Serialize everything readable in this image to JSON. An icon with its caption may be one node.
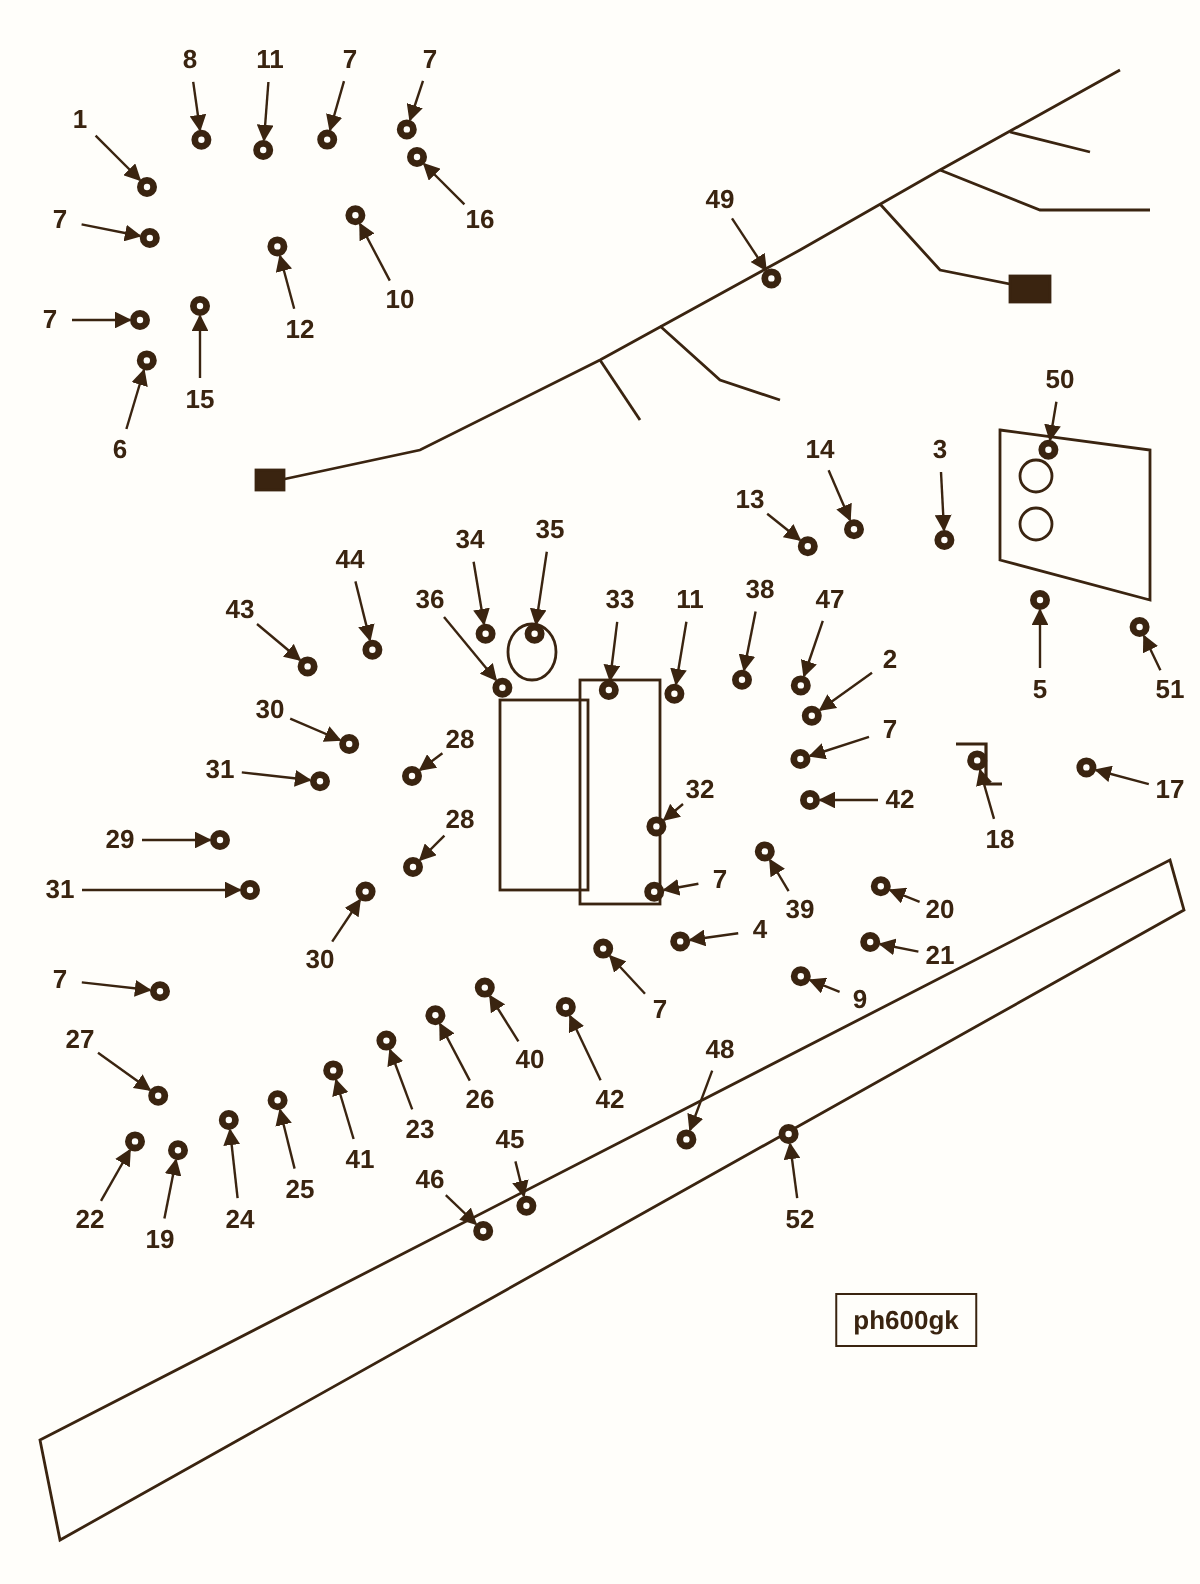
{
  "diagram": {
    "nodes": [
      {
        "text": [
          "1"
        ]
      },
      {
        "text": [
          "8"
        ]
      },
      {
        "text": [
          "11"
        ]
      },
      {
        "text": [
          "7"
        ]
      },
      {
        "text": [
          "7"
        ]
      },
      {
        "text": [
          "16"
        ]
      },
      {
        "text": [
          "7"
        ]
      },
      {
        "text": [
          "10"
        ]
      },
      {
        "text": [
          "12"
        ]
      },
      {
        "text": [
          "7"
        ]
      },
      {
        "text": [
          "15"
        ]
      },
      {
        "text": [
          "6"
        ]
      },
      {
        "text": [
          "49"
        ]
      },
      {
        "text": [
          "50"
        ]
      },
      {
        "text": [
          "14"
        ]
      },
      {
        "text": [
          "3"
        ]
      },
      {
        "text": [
          "13"
        ]
      },
      {
        "text": [
          "34"
        ]
      },
      {
        "text": [
          "35"
        ]
      },
      {
        "text": [
          "44"
        ]
      },
      {
        "text": [
          "51"
        ]
      },
      {
        "text": [
          "33"
        ]
      },
      {
        "text": [
          "43"
        ]
      },
      {
        "text": [
          "11"
        ]
      },
      {
        "text": [
          "38"
        ]
      },
      {
        "text": [
          "47"
        ]
      },
      {
        "text": [
          "2"
        ]
      },
      {
        "text": [
          "5"
        ]
      },
      {
        "text": [
          "36"
        ]
      },
      {
        "text": [
          "28"
        ]
      },
      {
        "text": [
          "30"
        ]
      },
      {
        "text": [
          "31"
        ]
      },
      {
        "text": [
          "29"
        ]
      },
      {
        "text": [
          "7"
        ]
      },
      {
        "text": [
          "42"
        ]
      },
      {
        "text": [
          "17"
        ]
      },
      {
        "text": [
          "28"
        ]
      },
      {
        "text": [
          "39"
        ]
      },
      {
        "text": [
          "32"
        ]
      },
      {
        "text": [
          "18"
        ]
      },
      {
        "text": [
          "30"
        ]
      },
      {
        "text": [
          "20"
        ]
      },
      {
        "text": [
          "31"
        ]
      },
      {
        "text": [
          "21"
        ]
      },
      {
        "text": [
          "7"
        ]
      },
      {
        "text": [
          "7"
        ]
      },
      {
        "text": [
          "4"
        ]
      },
      {
        "text": [
          "27"
        ]
      },
      {
        "text": [
          "9"
        ]
      },
      {
        "text": [
          "7"
        ]
      },
      {
        "text": [
          "40"
        ]
      },
      {
        "text": [
          "26"
        ]
      },
      {
        "text": [
          "42"
        ]
      },
      {
        "text": [
          "23"
        ]
      },
      {
        "text": [
          "41"
        ]
      },
      {
        "text": [
          "25"
        ]
      },
      {
        "text": [
          "24"
        ]
      },
      {
        "text": [
          "19"
        ]
      },
      {
        "text": [
          "22"
        ]
      },
      {
        "text": [
          "48"
        ]
      },
      {
        "text": [
          "45"
        ]
      },
      {
        "text": [
          "46"
        ]
      },
      {
        "text": [
          "52"
        ]
      },
      {
        "text": [
          "ph600gk"
        ]
      },
      {
        "text": [],
        "shape": "picture"
      },
      {
        "text": [],
        "shape": "picture"
      },
      {
        "text": [],
        "shape": "picture"
      },
      {
        "text": [],
        "shape": "picture"
      },
      {
        "text": [],
        "shape": "picture"
      },
      {
        "text": [],
        "shape": "picture"
      },
      {
        "text": [],
        "shape": "picture"
      },
      {
        "text": [],
        "shape": "picture"
      },
      {
        "text": [],
        "shape": "picture"
      },
      {
        "text": [],
        "shape": "picture"
      },
      {
        "text": [],
        "shape": "picture"
      },
      {
        "text": [],
        "shape": "picture"
      },
      {
        "text": [],
        "shape": "picture"
      },
      {
        "text": [],
        "shape": "picture"
      },
      {
        "text": [],
        "shape": "picture"
      },
      {
        "text": [],
        "shape": "picture"
      },
      {
        "text": [],
        "shape": "picture"
      },
      {
        "text": [],
        "shape": "picture"
      },
      {
        "text": [],
        "shape": "picture"
      },
      {
        "text": [],
        "shape": "picture"
      },
      {
        "text": [],
        "shape": "picture"
      },
      {
        "text": [],
        "shape": "picture"
      },
      {
        "text": [],
        "shape": "picture"
      },
      {
        "text": [],
        "shape": "picture"
      },
      {
        "text": [],
        "shape": "picture"
      },
      {
        "text": [],
        "shape": "picture"
      },
      {
        "text": [],
        "shape": "picture"
      },
      {
        "text": [],
        "shape": "picture"
      },
      {
        "text": [],
        "shape": "picture"
      },
      {
        "text": [],
        "shape": "picture"
      },
      {
        "text": [],
        "shape": "picture"
      },
      {
        "text": [],
        "shape": "picture"
      },
      {
        "text": [],
        "shape": "picture"
      },
      {
        "text": [],
        "shape": "picture"
      },
      {
        "text": [],
        "shape": "picture"
      },
      {
        "text": [],
        "shape": "picture"
      },
      {
        "text": [],
        "shape": "picture"
      },
      {
        "text": [],
        "shape": "picture"
      },
      {
        "text": [],
        "shape": "picture"
      },
      {
        "text": [],
        "shape": "picture"
      },
      {
        "text": [],
        "shape": "picture"
      },
      {
        "text": [],
        "shape": "picture"
      },
      {
        "text": [],
        "shape": "picture"
      },
      {
        "text": [],
        "shape": "picture"
      },
      {
        "text": [],
        "shape": "picture"
      },
      {
        "text": [],
        "shape": "picture"
      },
      {
        "text": [],
        "shape": "picture"
      },
      {
        "text": [],
        "shape": "picture"
      },
      {
        "text": [],
        "shape": "picture"
      },
      {
        "text": [],
        "shape": "picture"
      },
      {
        "text": [],
        "shape": "picture"
      },
      {
        "text": [],
        "shape": "picture"
      },
      {
        "text": [],
        "shape": "picture"
      },
      {
        "text": [],
        "shape": "picture"
      },
      {
        "text": [],
        "shape": "picture"
      },
      {
        "text": [],
        "shape": "picture"
      },
      {
        "text": [],
        "shape": "picture"
      },
      {
        "text": [],
        "shape": "picture"
      },
      {
        "text": [],
        "shape": "picture"
      },
      {
        "text": [],
        "shape": "picture"
      },
      {
        "text": [],
        "shape": "picture"
      },
      {
        "text": [],
        "shape": "picture"
      },
      {
        "text": [],
        "shape": "picture"
      }
    ],
    "edges": [
      {
        "from": 0,
        "to": 64,
        "arrow": "to"
      },
      {
        "from": 1,
        "to": 65,
        "arrow": "to"
      },
      {
        "from": 2,
        "to": 66,
        "arrow": "to"
      },
      {
        "from": 3,
        "to": 67,
        "arrow": "to"
      },
      {
        "from": 4,
        "to": 68,
        "arrow": "to"
      },
      {
        "from": 5,
        "to": 69,
        "arrow": "to"
      },
      {
        "from": 6,
        "to": 70,
        "arrow": "to"
      },
      {
        "from": 7,
        "to": 71,
        "arrow": "to"
      },
      {
        "from": 8,
        "to": 72,
        "arrow": "to"
      },
      {
        "from": 9,
        "to": 73,
        "arrow": "to"
      },
      {
        "from": 10,
        "to": 74,
        "arrow": "to"
      },
      {
        "from": 11,
        "to": 75,
        "arrow": "to"
      },
      {
        "from": 12,
        "to": 76,
        "arrow": "to"
      },
      {
        "from": 13,
        "to": 77,
        "arrow": "to"
      },
      {
        "from": 14,
        "to": 78,
        "arrow": "to"
      },
      {
        "from": 15,
        "to": 79,
        "arrow": "to"
      },
      {
        "from": 16,
        "to": 80,
        "arrow": "to"
      },
      {
        "from": 17,
        "to": 81,
        "arrow": "to"
      },
      {
        "from": 18,
        "to": 82,
        "arrow": "to"
      },
      {
        "from": 19,
        "to": 83,
        "arrow": "to"
      },
      {
        "from": 20,
        "to": 84,
        "arrow": "to"
      },
      {
        "from": 21,
        "to": 85,
        "arrow": "to"
      },
      {
        "from": 22,
        "to": 86,
        "arrow": "to"
      },
      {
        "from": 23,
        "to": 87,
        "arrow": "to"
      },
      {
        "from": 24,
        "to": 88,
        "arrow": "to"
      },
      {
        "from": 25,
        "to": 89,
        "arrow": "to"
      },
      {
        "from": 26,
        "to": 90,
        "arrow": "to"
      },
      {
        "from": 27,
        "to": 91,
        "arrow": "to"
      },
      {
        "from": 28,
        "to": 92,
        "arrow": "to"
      },
      {
        "from": 29,
        "to": 93,
        "arrow": "to"
      },
      {
        "from": 30,
        "to": 94,
        "arrow": "to"
      },
      {
        "from": 31,
        "to": 95,
        "arrow": "to"
      },
      {
        "from": 32,
        "to": 96,
        "arrow": "to"
      },
      {
        "from": 33,
        "to": 97,
        "arrow": "to"
      },
      {
        "from": 34,
        "to": 98,
        "arrow": "to"
      },
      {
        "from": 35,
        "to": 99,
        "arrow": "to"
      },
      {
        "from": 36,
        "to": 100,
        "arrow": "to"
      },
      {
        "from": 37,
        "to": 101,
        "arrow": "to"
      },
      {
        "from": 38,
        "to": 102,
        "arrow": "to"
      },
      {
        "from": 39,
        "to": 103,
        "arrow": "to"
      },
      {
        "from": 40,
        "to": 104,
        "arrow": "to"
      },
      {
        "from": 41,
        "to": 105,
        "arrow": "to"
      },
      {
        "from": 42,
        "to": 106,
        "arrow": "to"
      },
      {
        "from": 43,
        "to": 107,
        "arrow": "to"
      },
      {
        "from": 44,
        "to": 108,
        "arrow": "to"
      },
      {
        "from": 45,
        "to": 109,
        "arrow": "to"
      },
      {
        "from": 46,
        "to": 110,
        "arrow": "to"
      },
      {
        "from": 47,
        "to": 111,
        "arrow": "to"
      },
      {
        "from": 48,
        "to": 112,
        "arrow": "to"
      },
      {
        "from": 49,
        "to": 113,
        "arrow": "to"
      },
      {
        "from": 50,
        "to": 114,
        "arrow": "to"
      },
      {
        "from": 51,
        "to": 115,
        "arrow": "to"
      },
      {
        "from": 52,
        "to": 116,
        "arrow": "to"
      },
      {
        "from": 53,
        "to": 117,
        "arrow": "to"
      },
      {
        "from": 54,
        "to": 118,
        "arrow": "to"
      },
      {
        "from": 55,
        "to": 119,
        "arrow": "to"
      },
      {
        "from": 56,
        "to": 120,
        "arrow": "to"
      },
      {
        "from": 57,
        "to": 121,
        "arrow": "to"
      },
      {
        "from": 58,
        "to": 122,
        "arrow": "to"
      },
      {
        "from": 59,
        "to": 123,
        "arrow": "to"
      },
      {
        "from": 60,
        "to": 124,
        "arrow": "to"
      },
      {
        "from": 61,
        "to": 125,
        "arrow": "to"
      },
      {
        "from": 62,
        "to": 126,
        "arrow": "to"
      }
    ]
  }
}
